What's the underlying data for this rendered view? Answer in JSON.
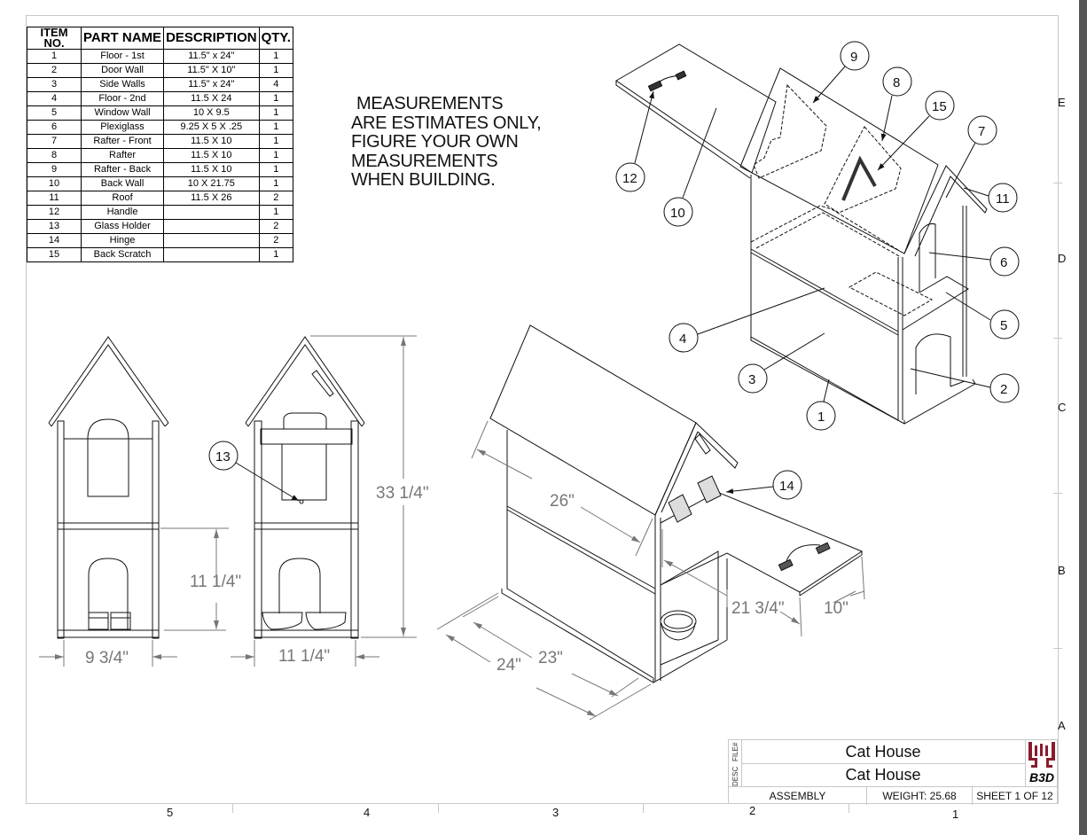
{
  "bom": {
    "headers": {
      "item_no": "ITEM NO.",
      "item_no_l1": "ITEM",
      "item_no_l2": "NO.",
      "part_name": "PART NAME",
      "description": "DESCRIPTION",
      "qty": "QTY."
    },
    "rows": [
      {
        "item": "1",
        "part": "Floor - 1st",
        "desc": "11.5\" x 24\"",
        "qty": "1"
      },
      {
        "item": "2",
        "part": "Door Wall",
        "desc": "11.5\" X 10\"",
        "qty": "1"
      },
      {
        "item": "3",
        "part": "Side Walls",
        "desc": "11.5\" x 24\"",
        "qty": "4"
      },
      {
        "item": "4",
        "part": "Floor - 2nd",
        "desc": "11.5 X 24",
        "qty": "1"
      },
      {
        "item": "5",
        "part": "Window Wall",
        "desc": "10 X 9.5",
        "qty": "1"
      },
      {
        "item": "6",
        "part": "Plexiglass",
        "desc": "9.25 X 5 X .25",
        "qty": "1"
      },
      {
        "item": "7",
        "part": "Rafter - Front",
        "desc": "11.5 X 10",
        "qty": "1"
      },
      {
        "item": "8",
        "part": "Rafter",
        "desc": "11.5 X 10",
        "qty": "1"
      },
      {
        "item": "9",
        "part": "Rafter - Back",
        "desc": "11.5 X 10",
        "qty": "1"
      },
      {
        "item": "10",
        "part": "Back Wall",
        "desc": "10 X 21.75",
        "qty": "1"
      },
      {
        "item": "11",
        "part": "Roof",
        "desc": "11.5 X 26",
        "qty": "2"
      },
      {
        "item": "12",
        "part": "Handle",
        "desc": "",
        "qty": "1"
      },
      {
        "item": "13",
        "part": "Glass Holder",
        "desc": "",
        "qty": "2"
      },
      {
        "item": "14",
        "part": "Hinge",
        "desc": "",
        "qty": "2"
      },
      {
        "item": "15",
        "part": "Back Scratch",
        "desc": "",
        "qty": "1"
      }
    ]
  },
  "note": {
    "lines": [
      "MEASUREMENTS",
      "ARE ESTIMATES ONLY,",
      "FIGURE YOUR OWN",
      "MEASUREMENTS",
      "WHEN BUILDING."
    ]
  },
  "balloons": [
    "1",
    "2",
    "3",
    "4",
    "5",
    "6",
    "7",
    "8",
    "9",
    "10",
    "11",
    "12",
    "13",
    "14",
    "15"
  ],
  "dimensions": {
    "front_width": "9 3/4\"",
    "back_width": "11 1/4\"",
    "lower_height": "11 1/4\"",
    "total_height": "33 1/4\"",
    "roof_length": "26\"",
    "back_wall_height": "21 3/4\"",
    "door_width": "10\"",
    "base_length_outer": "24\"",
    "base_length_inner": "23\""
  },
  "title_block": {
    "file_label": "FILE#",
    "desc_label": "DESC",
    "file_value": "Cat House",
    "desc_value": "Cat House",
    "logo_text": "B3D",
    "type": "ASSEMBLY",
    "weight": "WEIGHT: 25.68",
    "sheet": "SHEET 1 OF 12",
    "logo_color": "#8b1a2b"
  },
  "zones": {
    "columns": [
      "5",
      "4",
      "3",
      "2",
      "1"
    ],
    "rows": [
      "E",
      "D",
      "C",
      "B",
      "A"
    ]
  }
}
